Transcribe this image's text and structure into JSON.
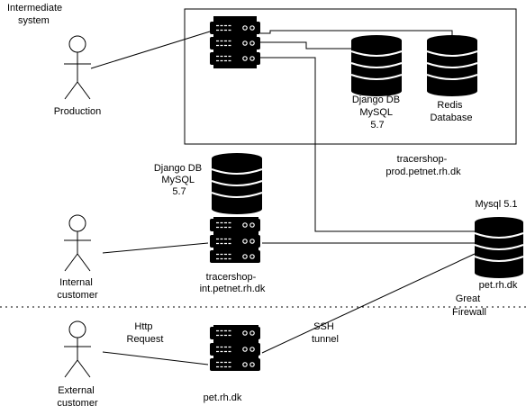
{
  "colors": {
    "stroke": "#000000",
    "background": "#ffffff",
    "icon_line": "#ffffff"
  },
  "labels": {
    "intermediate_system": [
      "Intermediate",
      "system"
    ],
    "production": [
      "Production"
    ],
    "internal_customer": [
      "Internal",
      "customer"
    ],
    "external_customer": [
      "External",
      "customer"
    ],
    "prod_django_db": [
      "Django DB",
      "MySQL",
      "5.7"
    ],
    "redis_db": [
      "Redis",
      "Database"
    ],
    "prod_host": [
      "tracershop-",
      "prod.petnet.rh.dk"
    ],
    "int_django_db": [
      "Django DB",
      "MySQL",
      "5.7"
    ],
    "int_host": [
      "tracershop-",
      "int.petnet.rh.dk"
    ],
    "mysql_version": [
      "Mysql 5.1"
    ],
    "pet_host_right": [
      "pet.rh.dk"
    ],
    "great_firewall": [
      "Great",
      "Firewall"
    ],
    "http_request": [
      "Http",
      "Request"
    ],
    "ssh_tunnel": [
      "SSH",
      "tunnel"
    ],
    "pet_host_bottom": [
      "pet.rh.dk"
    ]
  },
  "icons": [
    "user-icon",
    "user-icon",
    "user-icon",
    "server-icon",
    "server-icon",
    "server-icon",
    "server-icon",
    "database-icon",
    "database-icon",
    "database-icon"
  ]
}
